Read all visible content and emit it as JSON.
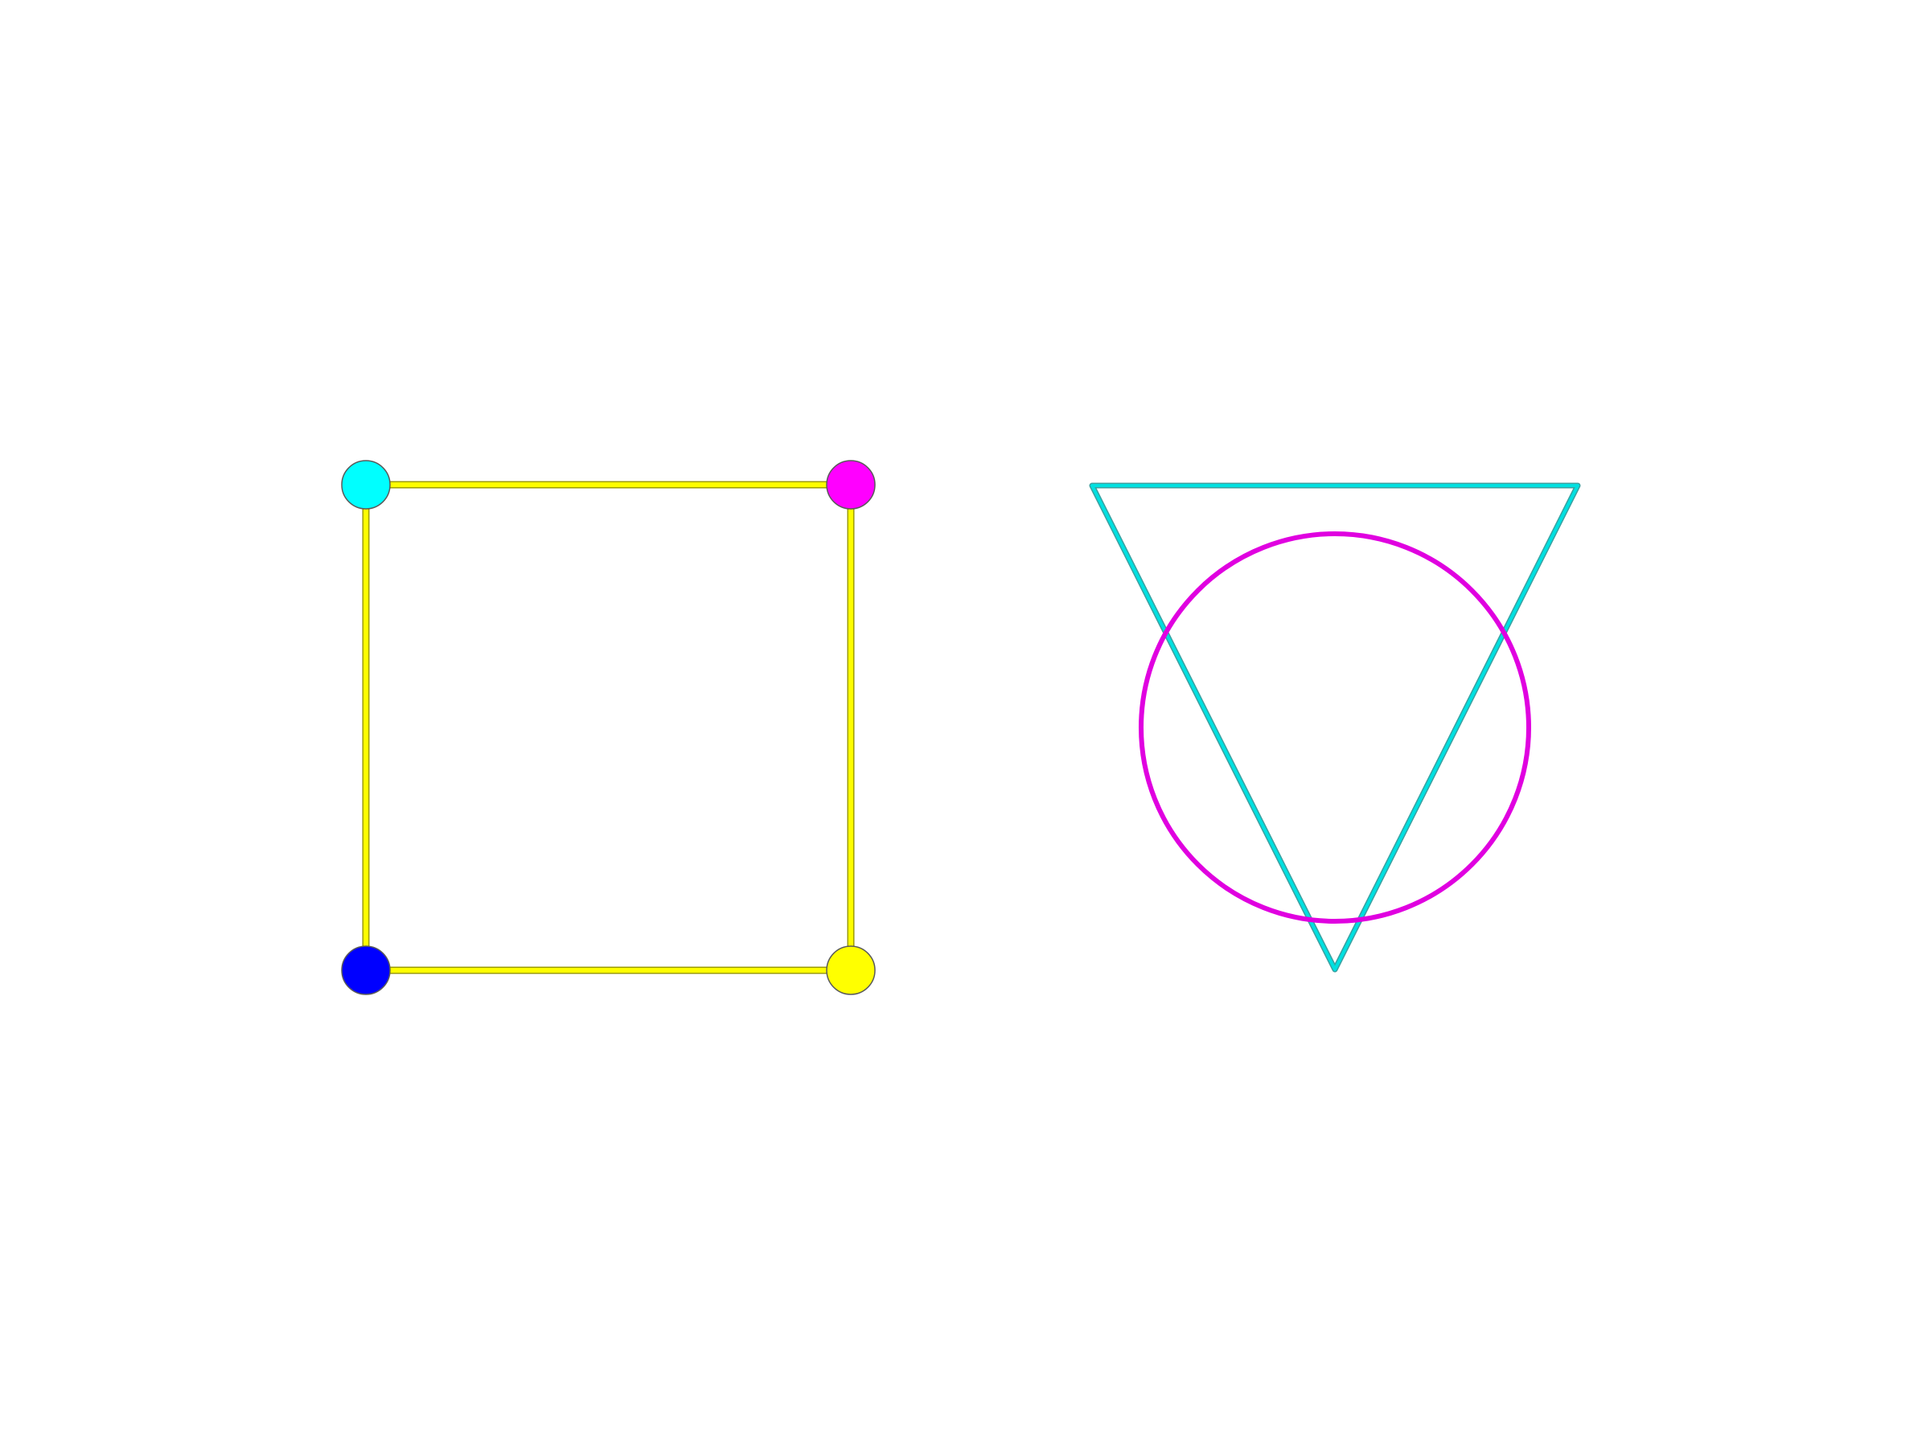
{
  "colors": {
    "background": "#ffffff",
    "edge_fill": "#ffff00",
    "edge_outline": "#9c9c00",
    "node_outline": "#5a5a5a",
    "triangle": "#00e0e0",
    "triangle_outline": "#3aa0a0",
    "circle": "#e000e0"
  },
  "graph": {
    "nodes": [
      {
        "id": "top-left",
        "color": "#00ffff"
      },
      {
        "id": "top-right",
        "color": "#ff00ff"
      },
      {
        "id": "bottom-left",
        "color": "#0000ff"
      },
      {
        "id": "bottom-right",
        "color": "#ffff00"
      }
    ],
    "edges": [
      {
        "from": "top-left",
        "to": "top-right"
      },
      {
        "from": "top-left",
        "to": "bottom-left"
      },
      {
        "from": "top-right",
        "to": "bottom-right"
      },
      {
        "from": "bottom-left",
        "to": "bottom-right"
      }
    ]
  },
  "shapes": {
    "triangle": {
      "orientation": "pointing-down",
      "style": "outline"
    },
    "circle": {
      "style": "outline"
    }
  }
}
